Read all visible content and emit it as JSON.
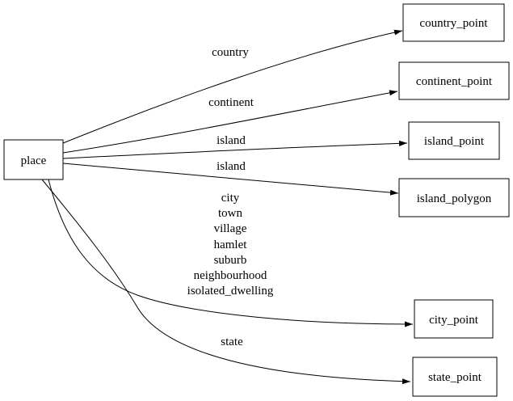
{
  "diagram": {
    "type": "directed-graph",
    "background_color": "#ffffff",
    "line_color": "#000000",
    "text_color": "#000000",
    "nodes": [
      {
        "id": "place",
        "label": "place"
      },
      {
        "id": "country_point",
        "label": "country_point"
      },
      {
        "id": "continent_point",
        "label": "continent_point"
      },
      {
        "id": "island_point",
        "label": "island_point"
      },
      {
        "id": "island_polygon",
        "label": "island_polygon"
      },
      {
        "id": "city_point",
        "label": "city_point"
      },
      {
        "id": "state_point",
        "label": "state_point"
      }
    ],
    "edges": [
      {
        "from": "place",
        "to": "country_point",
        "label": "country"
      },
      {
        "from": "place",
        "to": "continent_point",
        "label": "continent"
      },
      {
        "from": "place",
        "to": "island_point",
        "label": "island"
      },
      {
        "from": "place",
        "to": "island_polygon",
        "label": "island"
      },
      {
        "from": "place",
        "to": "city_point",
        "label_lines": [
          "city",
          "town",
          "village",
          "hamlet",
          "suburb",
          "neighbourhood",
          "isolated_dwelling"
        ]
      },
      {
        "from": "place",
        "to": "state_point",
        "label": "state"
      }
    ]
  }
}
